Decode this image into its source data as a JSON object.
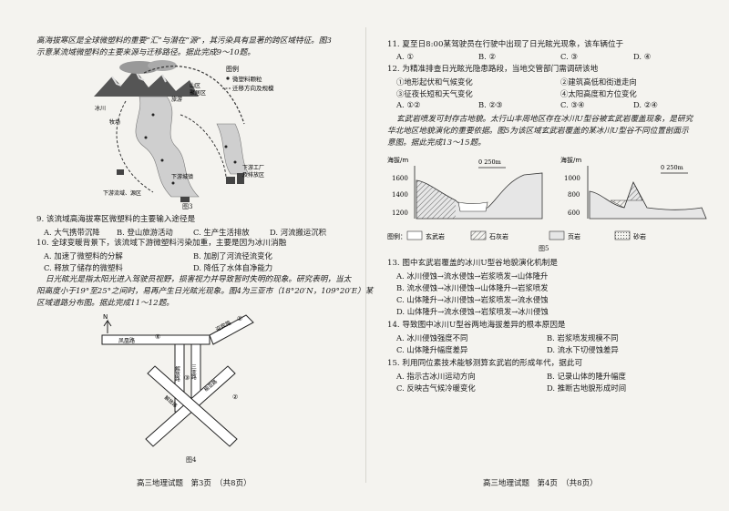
{
  "left": {
    "intro": [
      "高海拔寒区是全球微塑料的重要“汇”与潜在“源”，其污染具有显著的跨区域特征。图3",
      "示意某流域微塑料的主要来源与迁移路径。据此完成9～10题。"
    ],
    "fig3": {
      "legend_title": "图例",
      "legend_item1": "微塑料颗粒",
      "legend_item2": "迁移方向及规模",
      "labels": [
        "冰川",
        "牧场",
        "旅游",
        "山区",
        "聚居区",
        "下游城镇",
        "下游工厂",
        "及排放区",
        "下游流域、源区"
      ],
      "caption": "图3"
    },
    "q9": {
      "stem": "9. 该流域高海拔寒区微塑料的主要输入途径是",
      "options": [
        "A. 大气携带沉降",
        "B. 登山旅游活动",
        "C. 生产生活排放",
        "D. 河流搬运沉积"
      ]
    },
    "q10": {
      "stem": "10. 全球变暖背景下，该流域下游微塑料污染加重，主要是因为冰川消融",
      "options": [
        "A. 加速了微塑料的分解",
        "B. 加剧了河流径流变化",
        "C. 释放了储存的微塑料",
        "D. 降低了水体自净能力"
      ]
    },
    "intro2": [
      "日光眩光是指太阳光进入驾驶员视野，损害视力并导致暂时失明的现象。研究表明，当太",
      "阳高度小于19°至25°之间时，易再产生日光眩光现象。图4为三亚市（18°20′N，109°20′E）某",
      "区域道路分布图。据此完成11～12题。"
    ],
    "fig4": {
      "north": "N",
      "roads": [
        "凤凰路",
        "迎宾路",
        "解放路",
        "三亚路",
        "解放路",
        "榆亚路"
      ],
      "points": [
        "①",
        "②",
        "③",
        "④"
      ],
      "caption": "图4"
    },
    "footer": "高三地理试题　第3页　（共8页）"
  },
  "right": {
    "q11": {
      "stem": "11. 夏至日8:00某驾驶员在行驶中出现了日光眩光现象，该车辆位于",
      "options": [
        "A. ①",
        "B. ②",
        "C. ③",
        "D. ④"
      ]
    },
    "q12": {
      "stem": "12. 为精准排查日光眩光隐患路段，当地交管部门需调研该地",
      "items": [
        "①地形起伏和气候变化",
        "②建筑高低和街道走向",
        "③征夜长短和天气变化",
        "④太阳高度和方位变化"
      ],
      "options": [
        "A. ①②",
        "B. ②③",
        "C. ③④",
        "D. ②④"
      ]
    },
    "intro3": [
      "玄武岩喷发可封存古地貌。太行山丰周地区存在冰川U型谷被玄武岩覆盖现象，是研究",
      "华北地区地貌演化的重要依据。图5为该区域玄武岩覆盖的某冰川U型谷不同位置剖面示",
      "意图。据此完成13～15题。"
    ],
    "fig5": {
      "axis_title_left": "海拔/m",
      "axis_title_right": "海拔/m",
      "ticks_left": [
        "1600",
        "1400",
        "1200"
      ],
      "ticks_right": [
        "1000",
        "800",
        "600"
      ],
      "scale_left": "0  250m",
      "scale_right": "0  250m",
      "legend_title": "图例：",
      "legend": [
        "玄武岩",
        "石灰岩",
        "页岩",
        "砂岩"
      ],
      "caption": "图5"
    },
    "q13": {
      "stem": "13. 图中玄武岩覆盖的冰川U型谷地貌演化机制是",
      "options": [
        "A. 冰川侵蚀→流水侵蚀→岩浆喷发→山体隆升",
        "B. 流水侵蚀→冰川侵蚀→山体隆升→岩浆喷发",
        "C. 山体隆升→冰川侵蚀→岩浆喷发→流水侵蚀",
        "D. 山体隆升→流水侵蚀→岩浆喷发→冰川侵蚀"
      ]
    },
    "q14": {
      "stem": "14. 导致图中冰川U型谷两地海拔差异的根本原因是",
      "options": [
        "A. 冰川侵蚀强度不同",
        "B. 岩浆喷发规模不同",
        "C. 山体隆升幅度差异",
        "D. 流水下切侵蚀差异"
      ]
    },
    "q15": {
      "stem": "15. 利用同位素技术能够测算玄武岩的形成年代，据此可",
      "options": [
        "A. 指示古冰川运动方向",
        "B. 记录山体的隆升幅度",
        "C. 反映古气候冷暖变化",
        "D. 推断古地貌形成时间"
      ]
    },
    "footer": "高三地理试题　第4页　（共8页）"
  }
}
